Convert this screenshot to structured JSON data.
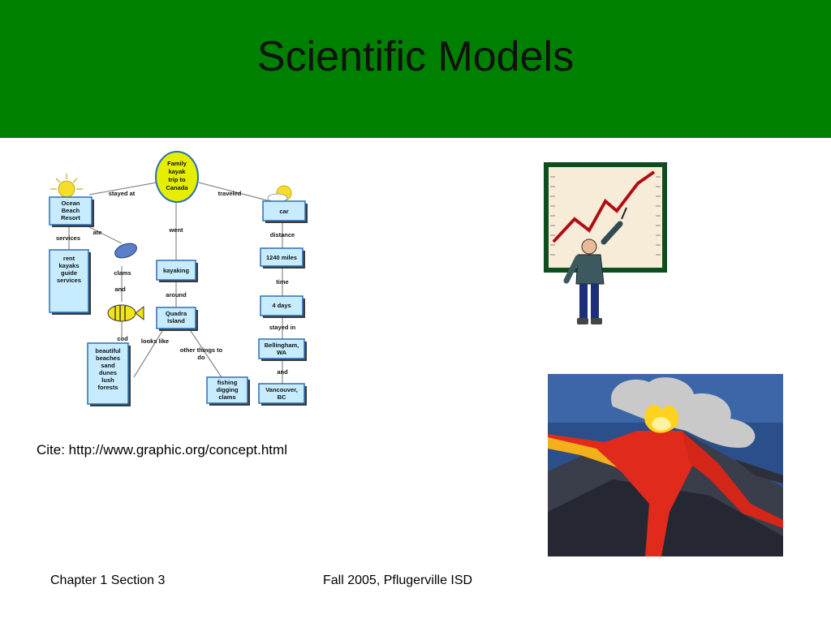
{
  "slide": {
    "title": "Scientific Models",
    "cite": "Cite: http://www.graphic.org/concept.html",
    "footer_left": "Chapter 1 Section 3",
    "footer_center": "Fall 2005, Pflugerville ISD"
  },
  "concept_map": {
    "center": [
      "Family",
      "kayak",
      "trip to",
      "Canada"
    ],
    "nodes": {
      "ocean": [
        "Ocean",
        "Beach",
        "Resort"
      ],
      "rent": [
        "rent",
        "kayaks",
        "guide",
        "services"
      ],
      "beaches": [
        "beautiful",
        "beaches",
        "sand",
        "dunes",
        "lush",
        "forests"
      ],
      "kayaking": [
        "kayaking"
      ],
      "quadra": [
        "Quadra",
        "Island"
      ],
      "fishing": [
        "fishing",
        "digging",
        "clams"
      ],
      "car": [
        "car"
      ],
      "miles": [
        "1240 miles"
      ],
      "days": [
        "4 days"
      ],
      "bellingham": [
        "Bellingham,",
        "WA"
      ],
      "vancouver": [
        "Vancouver,",
        "BC"
      ]
    },
    "links": {
      "stayed_at": "stayed at",
      "traveled": "traveled",
      "went": "went",
      "services": "services",
      "ate": "ate",
      "clams": "clams",
      "and1": "and",
      "cod": "cod",
      "around": "around",
      "looks_like": "looks like",
      "other1": "other things to",
      "other2": "do",
      "distance": "distance",
      "time": "time",
      "stayed_in": "stayed in",
      "and2": "and"
    }
  },
  "colors": {
    "header": "#008000",
    "concept_box": "#c7ecff",
    "center_node": "#e6ee00"
  }
}
